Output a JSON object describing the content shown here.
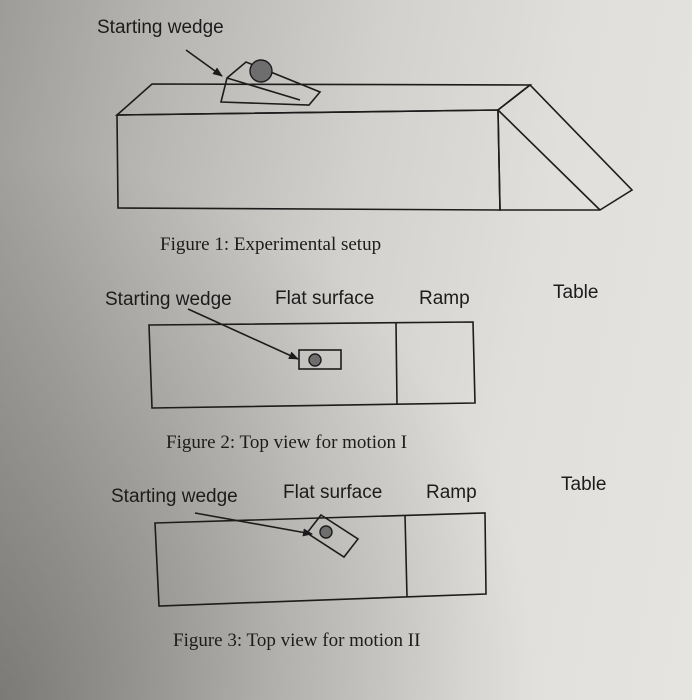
{
  "figure1": {
    "label_wedge": "Starting wedge",
    "caption": "Figure 1: Experimental setup"
  },
  "figure2": {
    "label_wedge": "Starting wedge",
    "label_flat": "Flat surface",
    "label_ramp": "Ramp",
    "label_table": "Table",
    "caption": "Figure 2: Top view for motion I"
  },
  "figure3": {
    "label_wedge": "Starting wedge",
    "label_flat": "Flat surface",
    "label_ramp": "Ramp",
    "label_table": "Table",
    "caption": "Figure 3: Top view for motion II"
  }
}
